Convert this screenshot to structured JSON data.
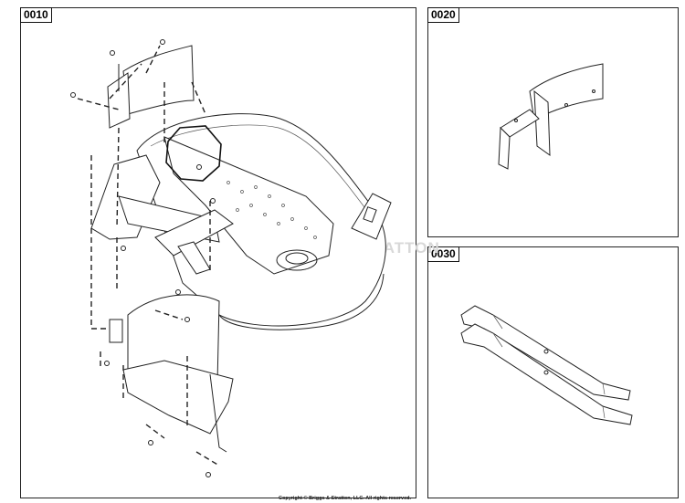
{
  "panels": [
    {
      "id": "0010"
    },
    {
      "id": "0020"
    },
    {
      "id": "0030"
    }
  ],
  "watermark": "BRIGGS & STRATTON",
  "copyright": "Copyright © Briggs & Stratton, LLC. All rights reserved."
}
